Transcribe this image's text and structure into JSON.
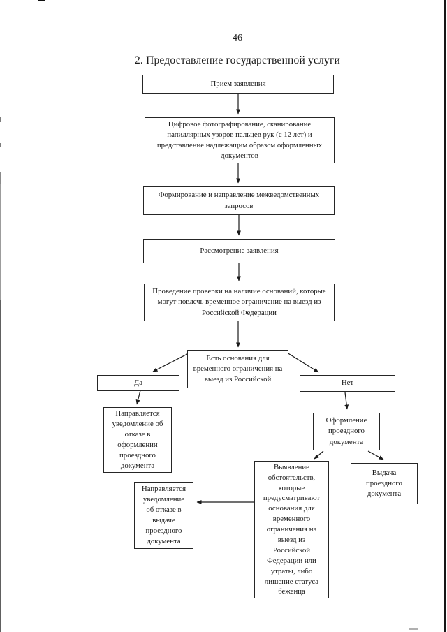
{
  "page": {
    "number": "46",
    "title": "2. Предоставление государственной услуги"
  },
  "nodes": {
    "priem": "Прием заявления",
    "photo": "Цифровое фотографирование, сканирование\nпапиллярных узоров пальцев рук (с 12 лет) и\nпредставление надлежащим образом оформленных\nдокументов",
    "form_req": "Формирование и направление межведомственных\nзапросов",
    "rassmotrenie": "Рассмотрение заявления",
    "proverka": "Проведение проверки на наличие оснований, которые\nмогут повлечь временное ограничение на выезд из\nРоссийской Федерации",
    "decision": "Есть основания для\nвременного ограничения на\nвыезд из Российской",
    "yes": "Да",
    "no": "Нет",
    "otkaz_oformlenie": "Направляется\nуведомление об\nотказе в\nоформлении\nпроездного\nдокумента",
    "oformlenie": "Оформление\nпроездного\nдокумента",
    "vydacha": "Выдача\nпроездного\nдокумента",
    "vyyavlenie": "Выявление\nобстоятельств,\nкоторые\nпредусматривают\nоснования для\nвременного\nограничения на\nвыезд из\nРоссийской\nФедерации или\nутраты, либо\nлишение статуса\nбеженца",
    "otkaz_vydacha": "Направляется\nуведомление\nоб отказе в\nвыдаче\nпроездного\nдокумента"
  },
  "colors": {
    "ink": "#1a1a1a",
    "box_border": "#262626",
    "paper": "#ffffff"
  }
}
